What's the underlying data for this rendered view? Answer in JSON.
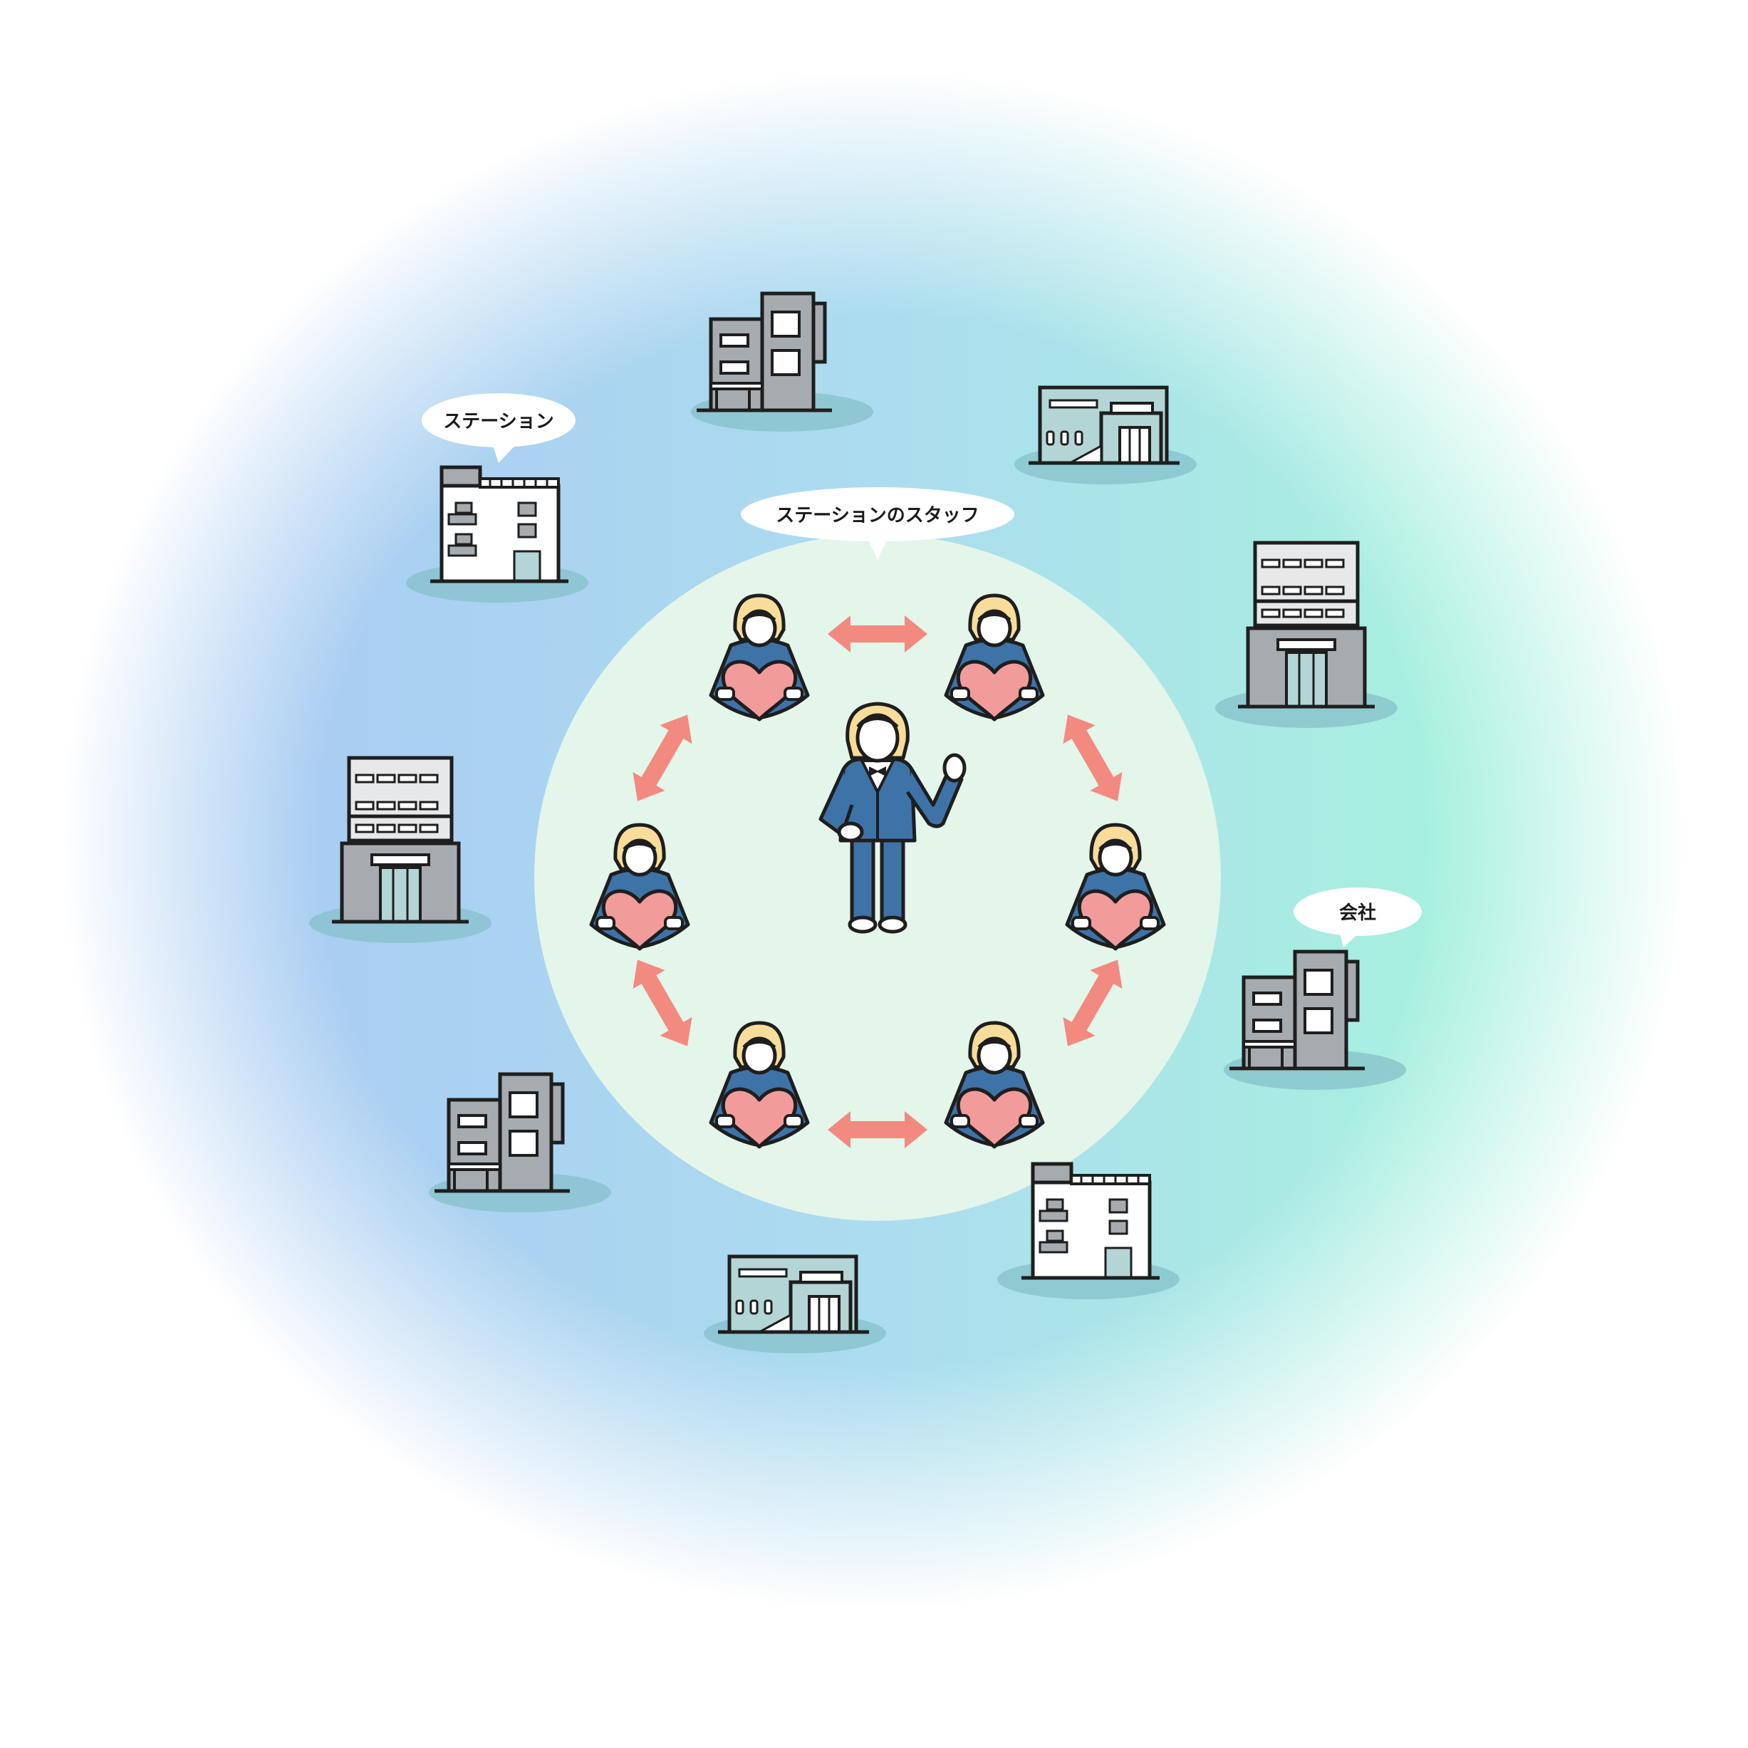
{
  "labels": {
    "station": "ステーション",
    "station_staff": "ステーションのスタッフ",
    "company": "会社"
  },
  "colors": {
    "background_left": "#a9cdf2",
    "background_right": "#a7f0df",
    "inner_circle": "#e4f5ea",
    "arrow": "#f28a80",
    "staff_body": "#3e73a8",
    "hair": "#f7dc9a",
    "heart": "#f29b9b",
    "building_gray": "#a6abb0",
    "building_white": "#ffffff",
    "building_teal": "#b3d5d5",
    "outline": "#1e1e1e",
    "shadow": "#86c0c9"
  },
  "icons": {
    "center_person": "businessperson-waving-icon",
    "staff": "staff-holding-heart-icon",
    "arrows": "bidirectional-arrow-icon",
    "buildings": "building-icon"
  }
}
